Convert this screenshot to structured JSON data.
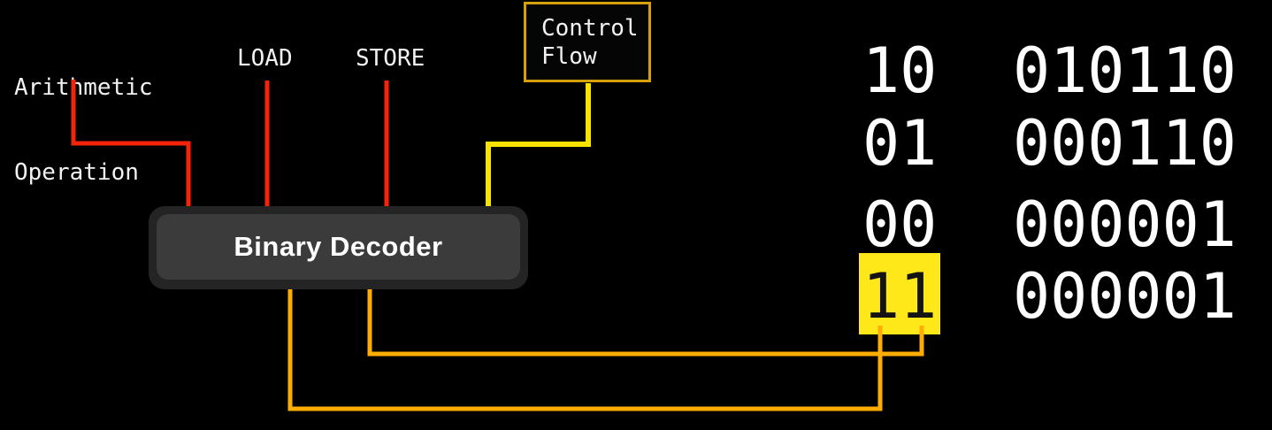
{
  "canvas": {
    "background": "#000000"
  },
  "colors": {
    "wire_red": "#f5230a",
    "wire_yellow": "#f8e300",
    "wire_orange": "#ffac04",
    "control_box_border": "#d6a00a",
    "highlight_yellow": "#ffe81a",
    "decoder_outer": "#242424",
    "decoder_inner": "#3b3b3b",
    "text_white": "#f2f2f2"
  },
  "labels": {
    "arithmetic_line1": "Arithmetic",
    "arithmetic_line2": "Operation",
    "load": "LOAD",
    "store": "STORE",
    "control_line1": "Control",
    "control_line2": "Flow",
    "decoder": "Binary Decoder"
  },
  "truth_table": {
    "rows": [
      {
        "opcode": "10",
        "operand": "010110",
        "highlighted": false
      },
      {
        "opcode": "01",
        "operand": "000110",
        "highlighted": false
      },
      {
        "opcode": "00",
        "operand": "000001",
        "highlighted": false
      },
      {
        "opcode": "11",
        "operand": "000001",
        "highlighted": true
      }
    ]
  }
}
